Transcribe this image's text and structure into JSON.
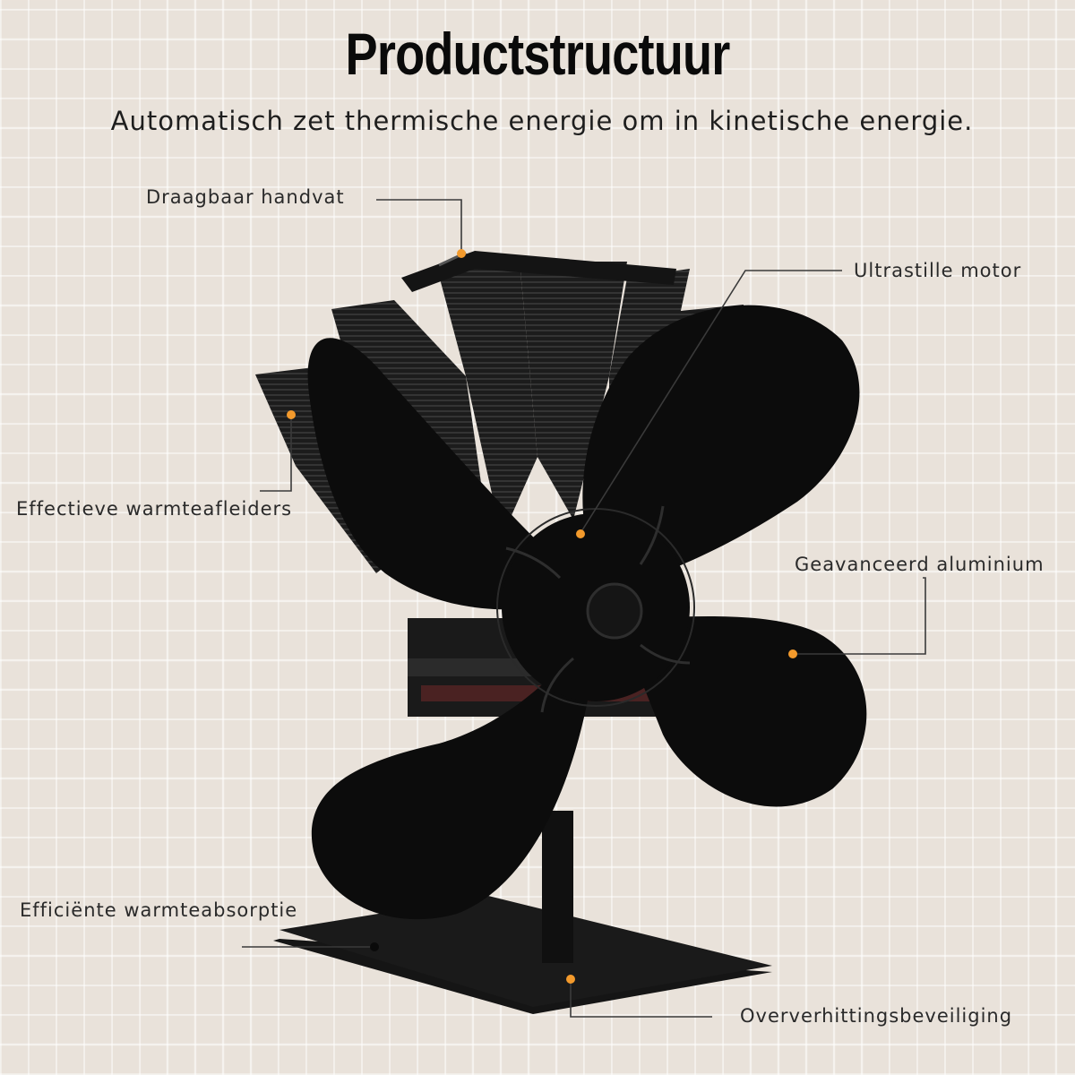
{
  "header": {
    "title": "Productstructuur",
    "subtitle": "Automatisch zet thermische energie om in kinetische energie."
  },
  "labels": {
    "handle": "Draagbaar handvat",
    "motor": "Ultrastille motor",
    "fins": "Effectieve warmteafleiders",
    "aluminium": "Geavanceerd aluminium",
    "absorption": "Efficiënte warmteabsorptie",
    "overheat": "Oververhittingsbeveiliging"
  },
  "colors": {
    "background": "#e9e2da",
    "product": "#111111",
    "marker": "#f39a2c",
    "leader_line": "#3a3a3a"
  }
}
